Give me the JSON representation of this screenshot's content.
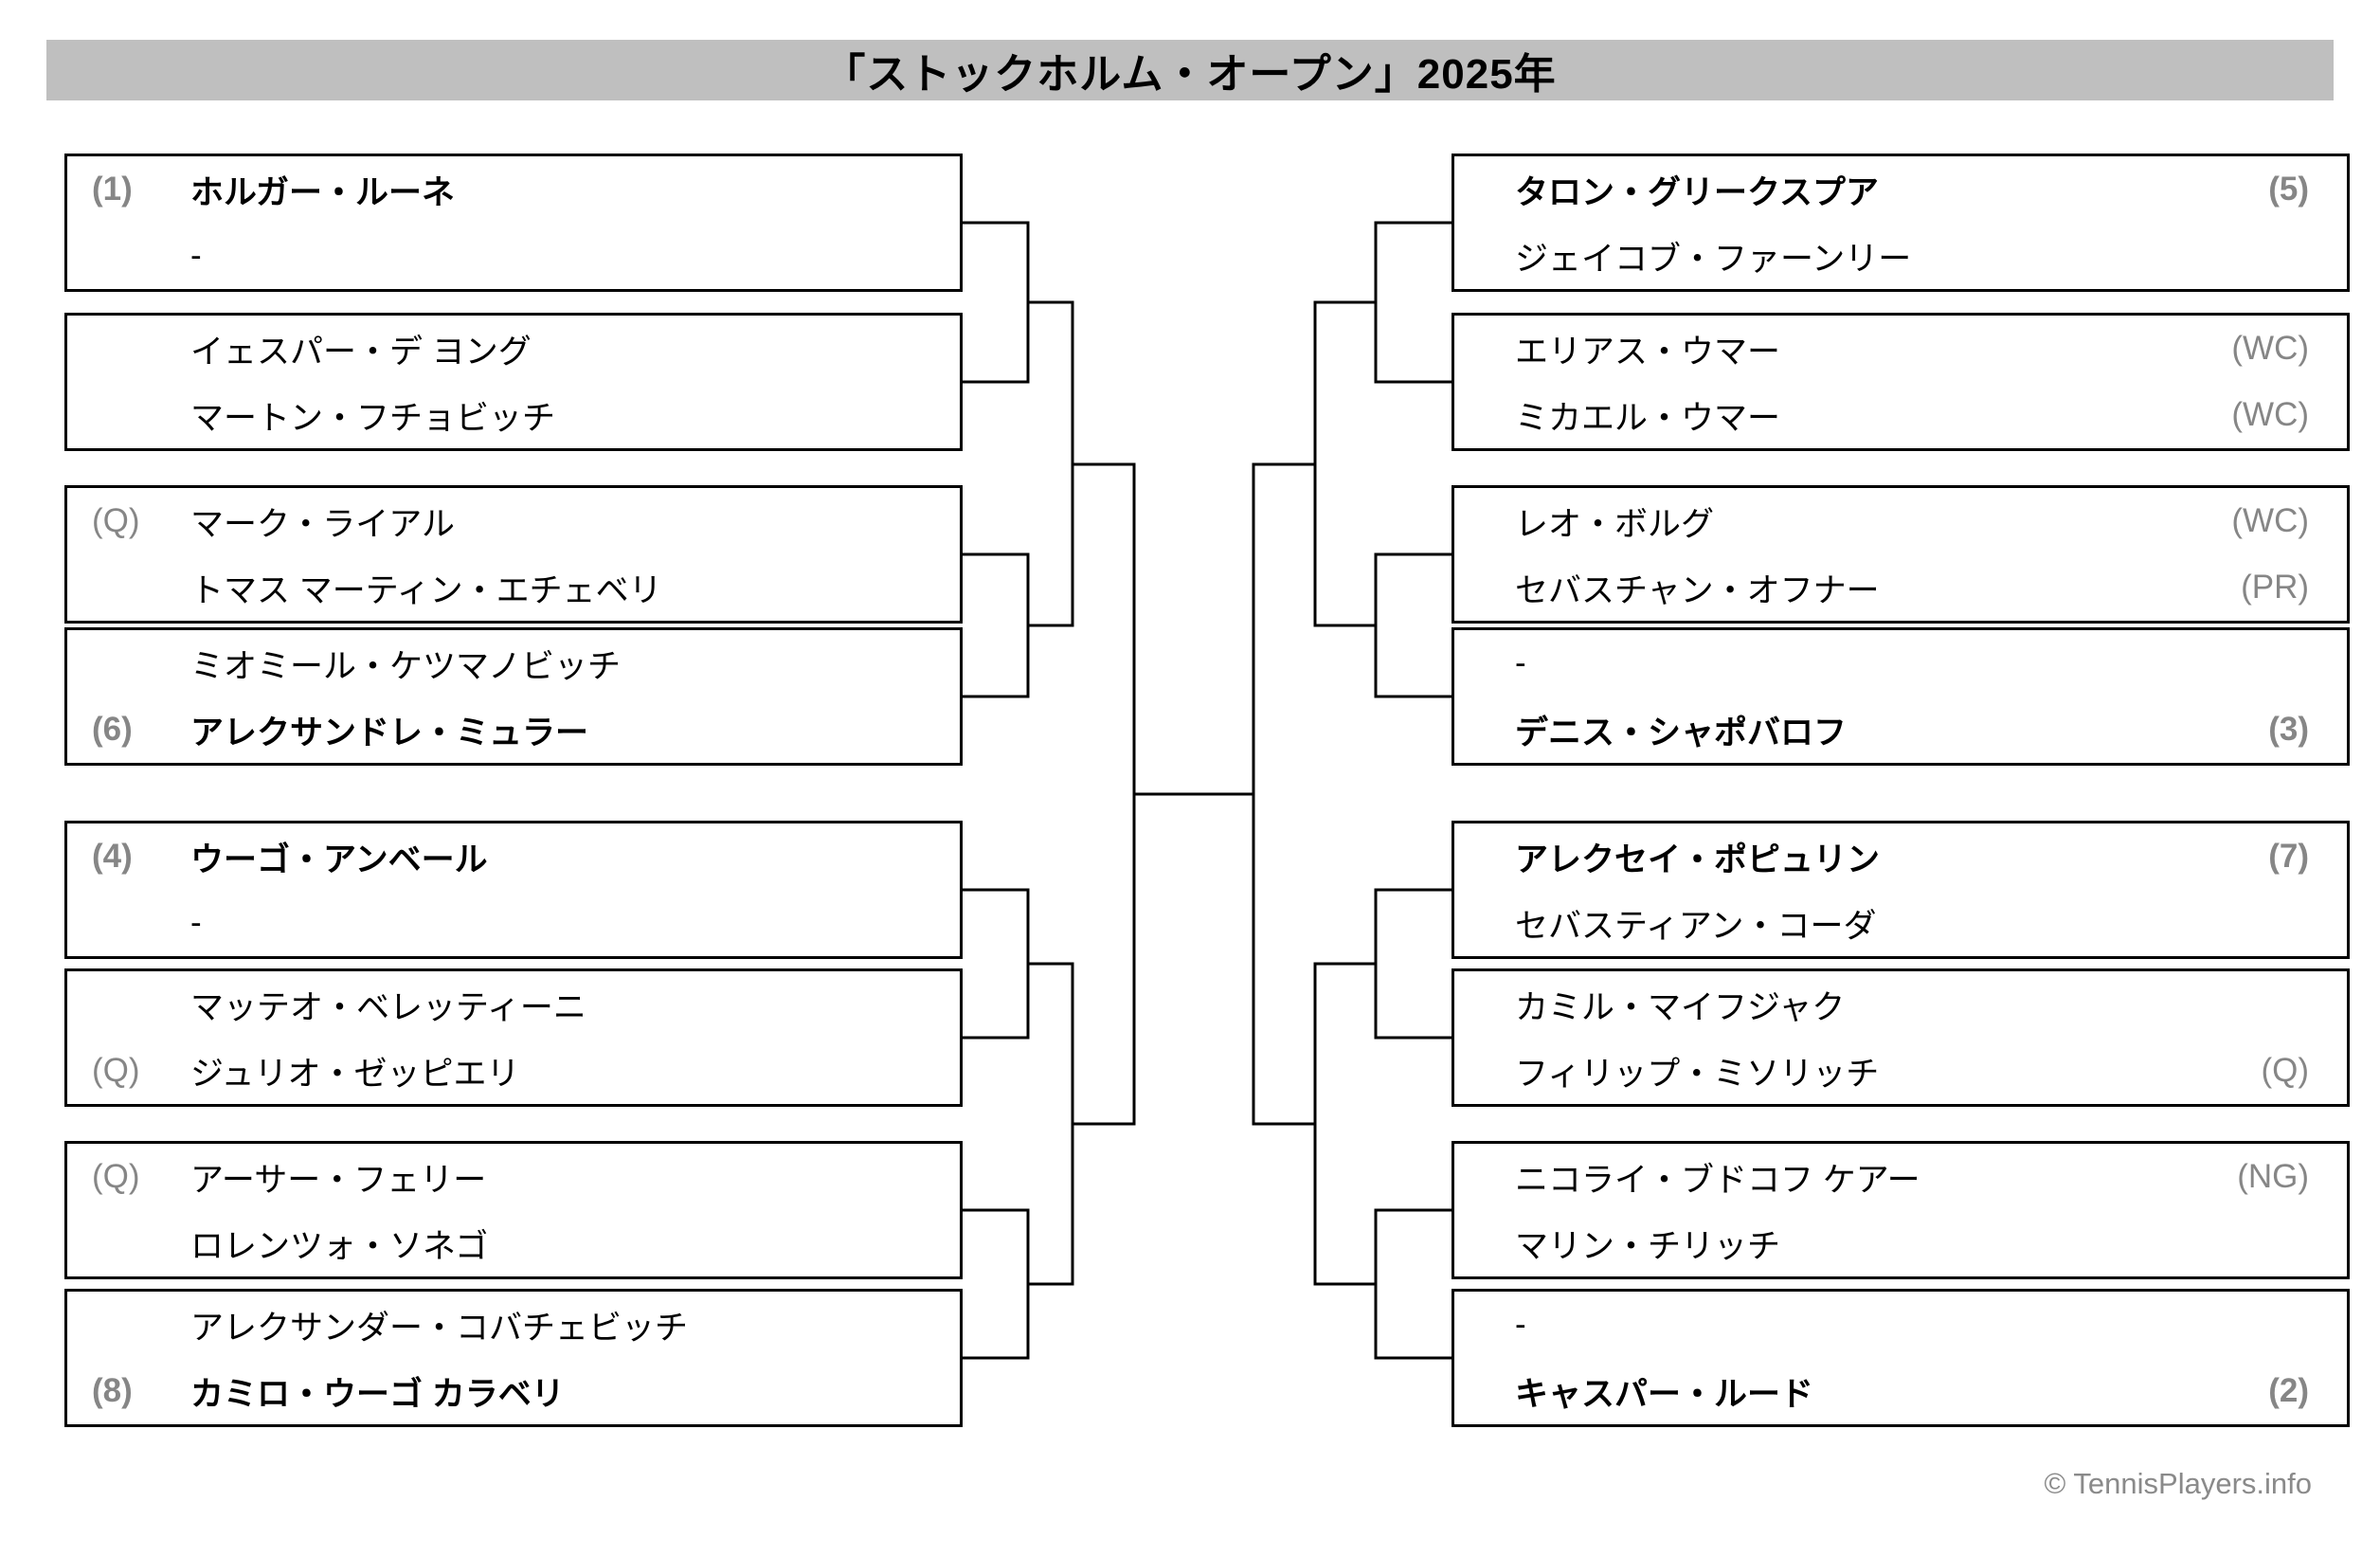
{
  "title": "「ストックホルム・オープン」2025年",
  "footer": "© TennisPlayers.info",
  "colors": {
    "title_bar_bg": "#bfbfbf",
    "tag_gray": "#868686",
    "line_black": "#000000"
  },
  "bracket": {
    "left": [
      {
        "players": [
          {
            "tag": "(1)",
            "name": "ホルガー・ルーネ"
          },
          {
            "tag": "",
            "name": "-"
          }
        ]
      },
      {
        "players": [
          {
            "tag": "",
            "name": "イェスパー・デ ヨング"
          },
          {
            "tag": "",
            "name": "マートン・フチョビッチ"
          }
        ]
      },
      {
        "players": [
          {
            "tag": "(Q)",
            "name": "マーク・ライアル"
          },
          {
            "tag": "",
            "name": "トマス マーティン・エチェベリ"
          }
        ]
      },
      {
        "players": [
          {
            "tag": "",
            "name": "ミオミール・ケツマノビッチ"
          },
          {
            "tag": "(6)",
            "name": "アレクサンドレ・ミュラー"
          }
        ]
      },
      {
        "players": [
          {
            "tag": "(4)",
            "name": "ウーゴ・アンベール"
          },
          {
            "tag": "",
            "name": "-"
          }
        ]
      },
      {
        "players": [
          {
            "tag": "",
            "name": "マッテオ・ベレッティーニ"
          },
          {
            "tag": "(Q)",
            "name": "ジュリオ・ゼッピエリ"
          }
        ]
      },
      {
        "players": [
          {
            "tag": "(Q)",
            "name": "アーサー・フェリー"
          },
          {
            "tag": "",
            "name": "ロレンツォ・ソネゴ"
          }
        ]
      },
      {
        "players": [
          {
            "tag": "",
            "name": "アレクサンダー・コバチェビッチ"
          },
          {
            "tag": "(8)",
            "name": "カミロ・ウーゴ カラベリ"
          }
        ]
      }
    ],
    "right": [
      {
        "players": [
          {
            "name": "タロン・グリークスプア",
            "tag": "(5)"
          },
          {
            "name": "ジェイコブ・ファーンリー",
            "tag": ""
          }
        ]
      },
      {
        "players": [
          {
            "name": "エリアス・ウマー",
            "tag": "(WC)"
          },
          {
            "name": "ミカエル・ウマー",
            "tag": "(WC)"
          }
        ]
      },
      {
        "players": [
          {
            "name": "レオ・ボルグ",
            "tag": "(WC)"
          },
          {
            "name": "セバスチャン・オフナー",
            "tag": "(PR)"
          }
        ]
      },
      {
        "players": [
          {
            "name": "-",
            "tag": ""
          },
          {
            "name": "デニス・シャポバロフ",
            "tag": "(3)"
          }
        ]
      },
      {
        "players": [
          {
            "name": "アレクセイ・ポピュリン",
            "tag": "(7)"
          },
          {
            "name": "セバスティアン・コーダ",
            "tag": ""
          }
        ]
      },
      {
        "players": [
          {
            "name": "カミル・マイフジャク",
            "tag": ""
          },
          {
            "name": "フィリップ・ミソリッチ",
            "tag": "(Q)"
          }
        ]
      },
      {
        "players": [
          {
            "name": "ニコライ・ブドコフ ケアー",
            "tag": "(NG)"
          },
          {
            "name": "マリン・チリッチ",
            "tag": ""
          }
        ]
      },
      {
        "players": [
          {
            "name": "-",
            "tag": ""
          },
          {
            "name": "キャスパー・ルード",
            "tag": "(2)"
          }
        ]
      }
    ]
  }
}
